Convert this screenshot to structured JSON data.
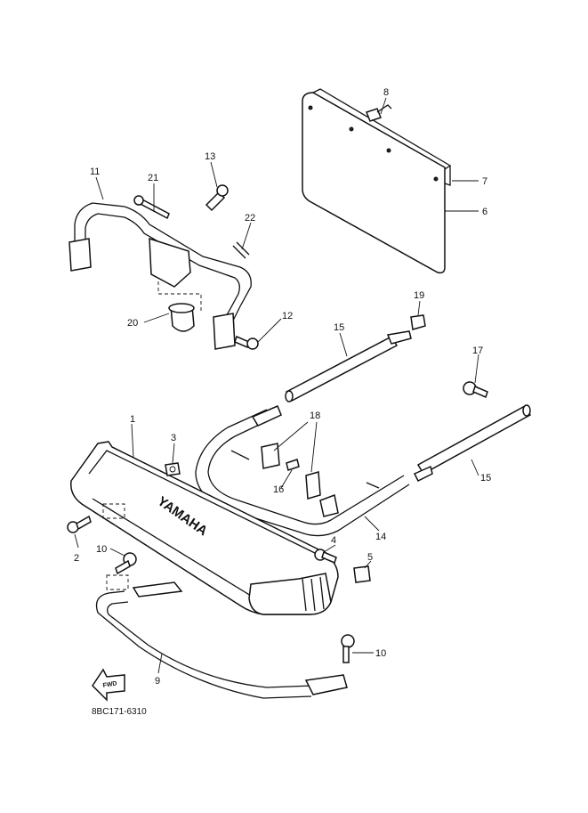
{
  "diagram": {
    "code": "8BC171-6310",
    "logo_text": "YAMAHA",
    "fwd_text": "FWD",
    "callouts": [
      "1",
      "2",
      "3",
      "4",
      "5",
      "6",
      "7",
      "8",
      "9",
      "10",
      "10",
      "11",
      "12",
      "13",
      "14",
      "15",
      "15",
      "16",
      "17",
      "18",
      "19",
      "20",
      "21",
      "22"
    ]
  }
}
